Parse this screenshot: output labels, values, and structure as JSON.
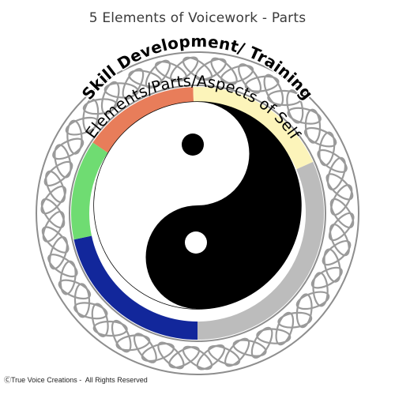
{
  "title": "5 Elements of Voicework - Parts",
  "outer_arc_label": "Skill Development/ Training",
  "inner_arc_label": "Elements/Parts/Aspects of Self",
  "footer": "ⒸTrue Voice Creations -  All Rights Reserved",
  "colors": {
    "knot": "#9a9a9a",
    "segment_orange": "#e87d5a",
    "segment_yellow": "#fcf4ba",
    "segment_gray": "#bcbcbc",
    "segment_blue": "#12279b",
    "segment_green": "#6fdc72",
    "yin": "#000000",
    "yang": "#ffffff"
  },
  "segments": [
    {
      "name": "orange",
      "color_key": "segment_orange"
    },
    {
      "name": "yellow",
      "color_key": "segment_yellow"
    },
    {
      "name": "gray",
      "color_key": "segment_gray"
    },
    {
      "name": "blue",
      "color_key": "segment_blue"
    },
    {
      "name": "green",
      "color_key": "segment_green"
    }
  ]
}
